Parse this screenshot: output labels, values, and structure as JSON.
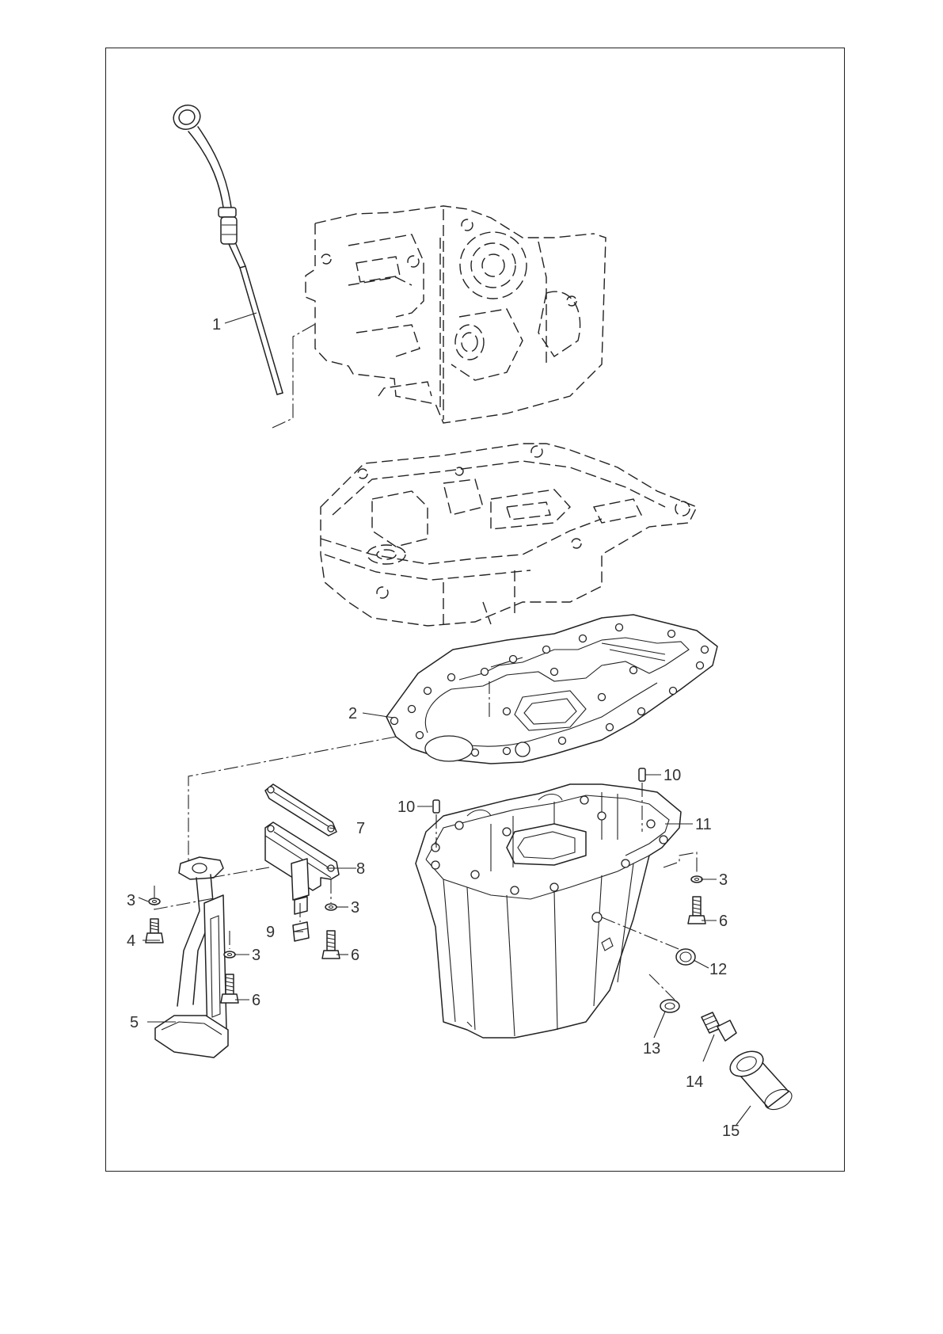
{
  "callouts": [
    {
      "label": "1"
    },
    {
      "label": "2"
    },
    {
      "label": "3"
    },
    {
      "label": "3"
    },
    {
      "label": "3"
    },
    {
      "label": "3"
    },
    {
      "label": "4"
    },
    {
      "label": "5"
    },
    {
      "label": "6"
    },
    {
      "label": "6"
    },
    {
      "label": "6"
    },
    {
      "label": "7"
    },
    {
      "label": "8"
    },
    {
      "label": "9"
    },
    {
      "label": "10"
    },
    {
      "label": "10"
    },
    {
      "label": "11"
    },
    {
      "label": "12"
    },
    {
      "label": "13"
    },
    {
      "label": "14"
    },
    {
      "label": "15"
    }
  ],
  "colors": {
    "ink": "#222222",
    "paper": "#ffffff"
  }
}
